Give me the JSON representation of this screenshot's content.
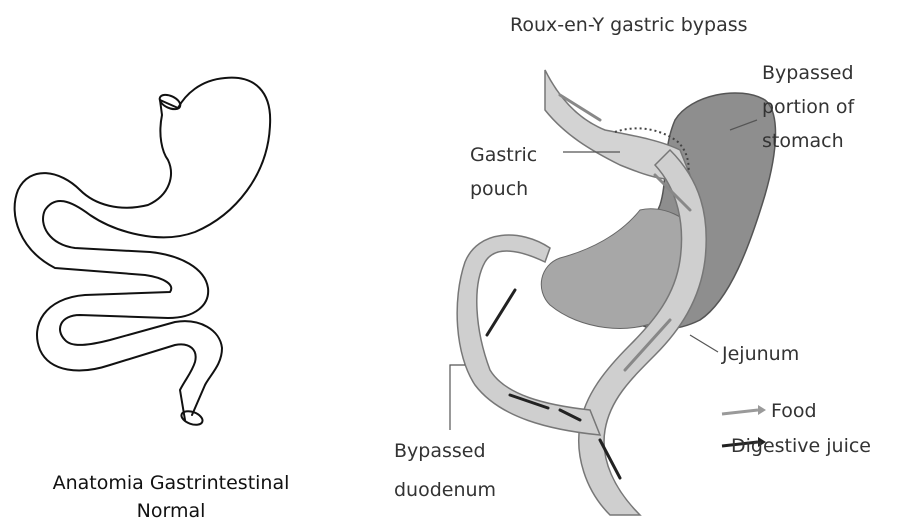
{
  "left": {
    "caption_line1": "Anatomia Gastrintestinal",
    "caption_line2": "Normal"
  },
  "right": {
    "title": "Roux-en-Y gastric bypass",
    "labels": {
      "bypassed_stomach": [
        "Bypassed",
        "portion of",
        "stomach"
      ],
      "gastric_pouch": [
        "Gastric",
        "pouch"
      ],
      "jejunum": "Jejunum",
      "bypassed_duodenum": [
        "Bypassed",
        "duodenum"
      ]
    },
    "legend": {
      "food": "Food",
      "digestive_juice": "Digestive juice"
    }
  }
}
